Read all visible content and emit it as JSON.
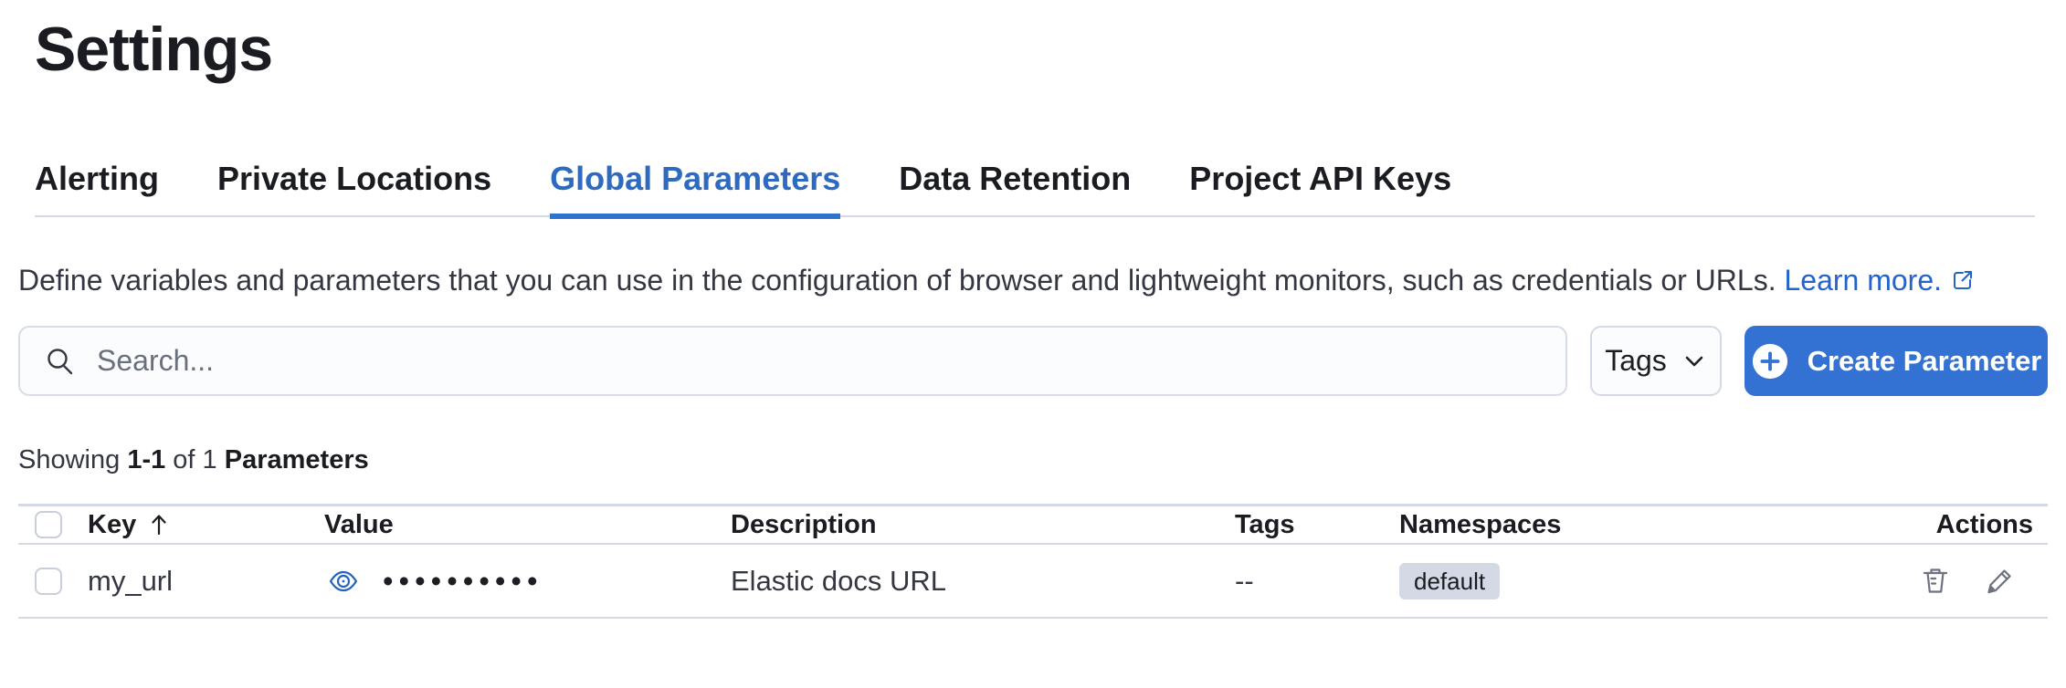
{
  "page": {
    "title": "Settings"
  },
  "tabs": [
    {
      "label": "Alerting",
      "active": false
    },
    {
      "label": "Private Locations",
      "active": false
    },
    {
      "label": "Global Parameters",
      "active": true
    },
    {
      "label": "Data Retention",
      "active": false
    },
    {
      "label": "Project API Keys",
      "active": false
    }
  ],
  "description": {
    "text": "Define variables and parameters that you can use in the configuration of browser and lightweight monitors, such as credentials or URLs.",
    "link_label": "Learn more.",
    "link_icon": "external-link-icon"
  },
  "toolbar": {
    "search_placeholder": "Search...",
    "search_icon": "magnifier-icon",
    "tags_filter_label": "Tags",
    "tags_filter_icon": "chevron-down-icon",
    "create_button_label": "Create Parameter",
    "create_button_icon": "plus-in-circle-icon"
  },
  "summary": {
    "showing_label": "Showing",
    "range": "1-1",
    "of_label": "of 1",
    "entity_label": "Parameters"
  },
  "table": {
    "columns": {
      "key": "Key",
      "value": "Value",
      "description": "Description",
      "tags": "Tags",
      "namespaces": "Namespaces",
      "actions": "Actions"
    },
    "sort": {
      "column": "Key",
      "direction": "ascending",
      "icon": "sort-up-arrow-icon"
    },
    "rows": [
      {
        "key": "my_url",
        "masked_value": "••••••••••",
        "value_icon": "eye-icon",
        "description": "Elastic docs URL",
        "tags": "--",
        "namespace": "default",
        "action_icons": [
          "trash-icon",
          "pencil-icon"
        ]
      }
    ]
  },
  "colors": {
    "primary_button": "#3371d3",
    "active_tab": "#2e6bc0",
    "link": "#2563cc",
    "eye_icon": "#2563c0",
    "badge_bg": "#d3dae6",
    "border": "#d3dae6",
    "heading_text": "#1a1c21",
    "body_text": "#343741"
  }
}
